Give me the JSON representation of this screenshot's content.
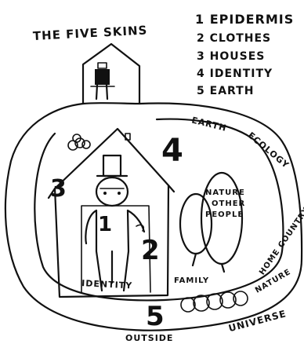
{
  "title": "THE FIVE SKINS",
  "legend": [
    {
      "num": "1",
      "label": "EPIDERMIS"
    },
    {
      "num": "2",
      "label": "CLOTHES"
    },
    {
      "num": "3",
      "label": "HOUSES"
    },
    {
      "num": "4",
      "label": "IDENTITY"
    },
    {
      "num": "5",
      "label": "EARTH"
    }
  ],
  "markers": {
    "one": "1",
    "two": "2",
    "three": "3",
    "four": "4",
    "five": "5"
  },
  "labels": {
    "earth": "EARTH",
    "ecology": "ECOLOGY",
    "nature_1": "NATURE",
    "nature_2": "OTHER",
    "nature_3": "PEOPLE",
    "home_country": "HOME COUNTRY",
    "family": "FAMILY",
    "nature_right": "NATURE",
    "identity": "IDENTITY",
    "universe": "UNIVERSE",
    "outside": "OUTSIDE"
  }
}
